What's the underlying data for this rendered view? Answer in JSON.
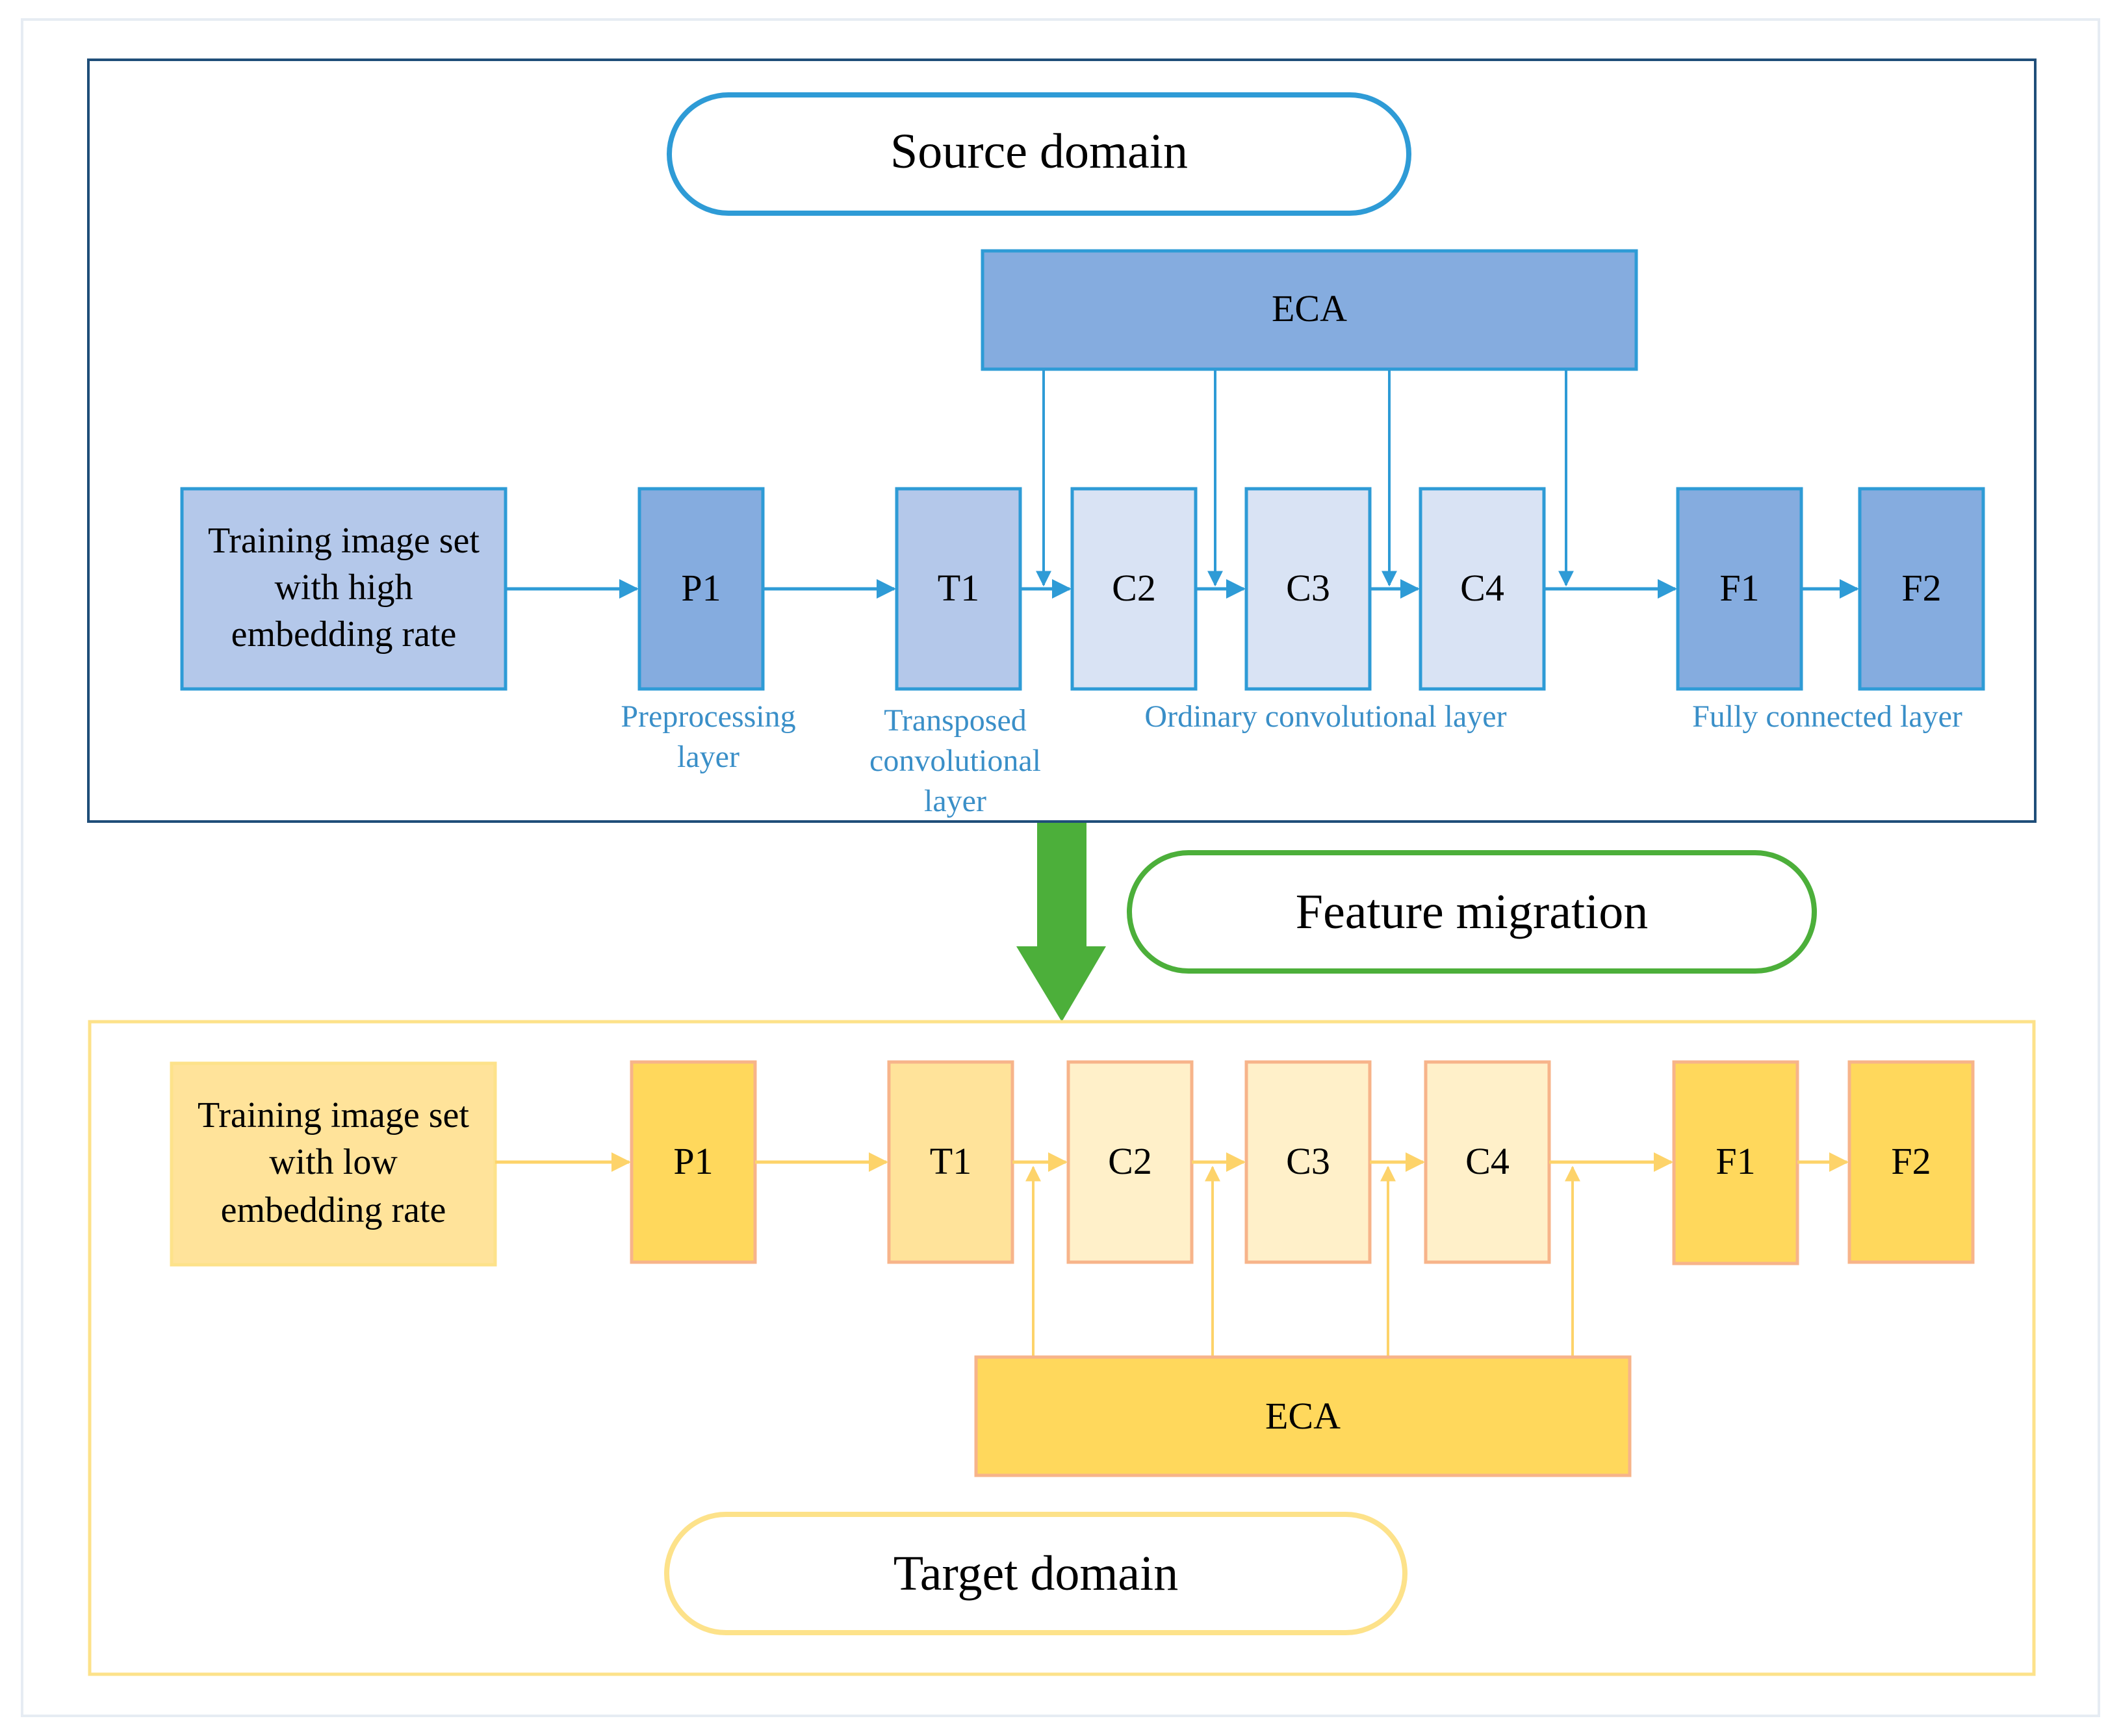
{
  "source": {
    "title": "Source domain",
    "eca": "ECA",
    "input": [
      "Training image set",
      "with high",
      "embedding rate"
    ],
    "layers": [
      "P1",
      "T1",
      "C2",
      "C3",
      "C4",
      "F1",
      "F2"
    ],
    "captions": {
      "preprocessing": [
        "Preprocessing",
        "layer"
      ],
      "transposed": [
        "Transposed",
        "convolutional",
        "layer"
      ],
      "ordinary": "Ordinary convolutional layer",
      "fully": "Fully connected layer"
    }
  },
  "migration": {
    "label": "Feature migration"
  },
  "target": {
    "title": "Target domain",
    "eca": "ECA",
    "input": [
      "Training image set",
      "with low",
      "embedding rate"
    ],
    "layers": [
      "P1",
      "T1",
      "C2",
      "C3",
      "C4",
      "F1",
      "F2"
    ]
  },
  "colors": {
    "source_border": "#1f4e79",
    "source_arrow": "#2e9bd6",
    "source_dark": "#85acdf",
    "source_mid": "#b4c8ea",
    "source_light": "#d9e3f4",
    "source_box_stroke": "#2e9bd6",
    "source_caption": "#3a8fc8",
    "migration_green": "#4caf3a",
    "target_border": "#fde28a",
    "target_arrow": "#fdd36a",
    "target_dark": "#ffd85c",
    "target_mid": "#ffe39a",
    "target_light": "#fff0c9",
    "target_box_stroke": "#f7b48a"
  }
}
